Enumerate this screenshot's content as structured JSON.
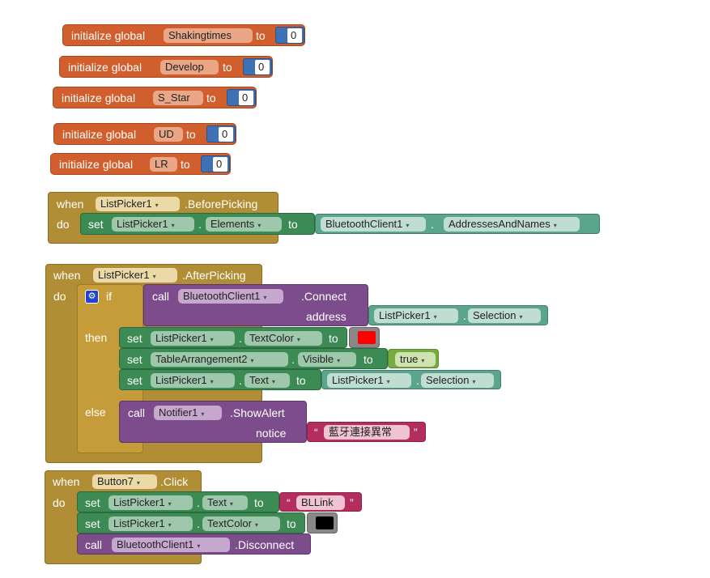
{
  "globals": [
    {
      "prefix": "initialize global",
      "name": "Shakingtimes",
      "to": "to",
      "value": "0"
    },
    {
      "prefix": "initialize global",
      "name": "Develop",
      "to": "to",
      "value": "0"
    },
    {
      "prefix": "initialize global",
      "name": "S_Star",
      "to": "to",
      "value": "0"
    },
    {
      "prefix": "initialize global",
      "name": "UD",
      "to": "to",
      "value": "0"
    },
    {
      "prefix": "initialize global",
      "name": "LR",
      "to": "to",
      "value": "0"
    }
  ],
  "kw": {
    "when": "when",
    "do": "do",
    "set": "set",
    "to": "to",
    "call": "call",
    "if": "if",
    "then": "then",
    "else": "else",
    "dot": "."
  },
  "dropdown_arrow": "▾",
  "before_picking": {
    "component": "ListPicker1",
    "event": ".BeforePicking",
    "set_component": "ListPicker1",
    "set_prop": "Elements",
    "get_component": "BluetoothClient1",
    "get_prop": "AddressesAndNames"
  },
  "after_picking": {
    "component": "ListPicker1",
    "event": ".AfterPicking",
    "if_call_component": "BluetoothClient1",
    "if_call_method": ".Connect",
    "address_label": "address",
    "address_component": "ListPicker1",
    "address_prop": "Selection",
    "then1_component": "ListPicker1",
    "then1_prop": "TextColor",
    "then1_color": "#ff0000",
    "then2_component": "TableArrangement2",
    "then2_prop": "Visible",
    "then2_value": "true",
    "then3_component": "ListPicker1",
    "then3_prop": "Text",
    "then3_get_component": "ListPicker1",
    "then3_get_prop": "Selection",
    "else_component": "Notifier1",
    "else_method": ".ShowAlert",
    "notice_label": "notice",
    "notice_text": "藍牙連接異常"
  },
  "button_click": {
    "component": "Button7",
    "event": ".Click",
    "s1_component": "ListPicker1",
    "s1_prop": "Text",
    "s1_text": "BLLink",
    "s2_component": "ListPicker1",
    "s2_prop": "TextColor",
    "s2_color": "#000000",
    "call_component": "BluetoothClient1",
    "call_method": ".Disconnect"
  },
  "quote_open": "“",
  "quote_close": "”"
}
